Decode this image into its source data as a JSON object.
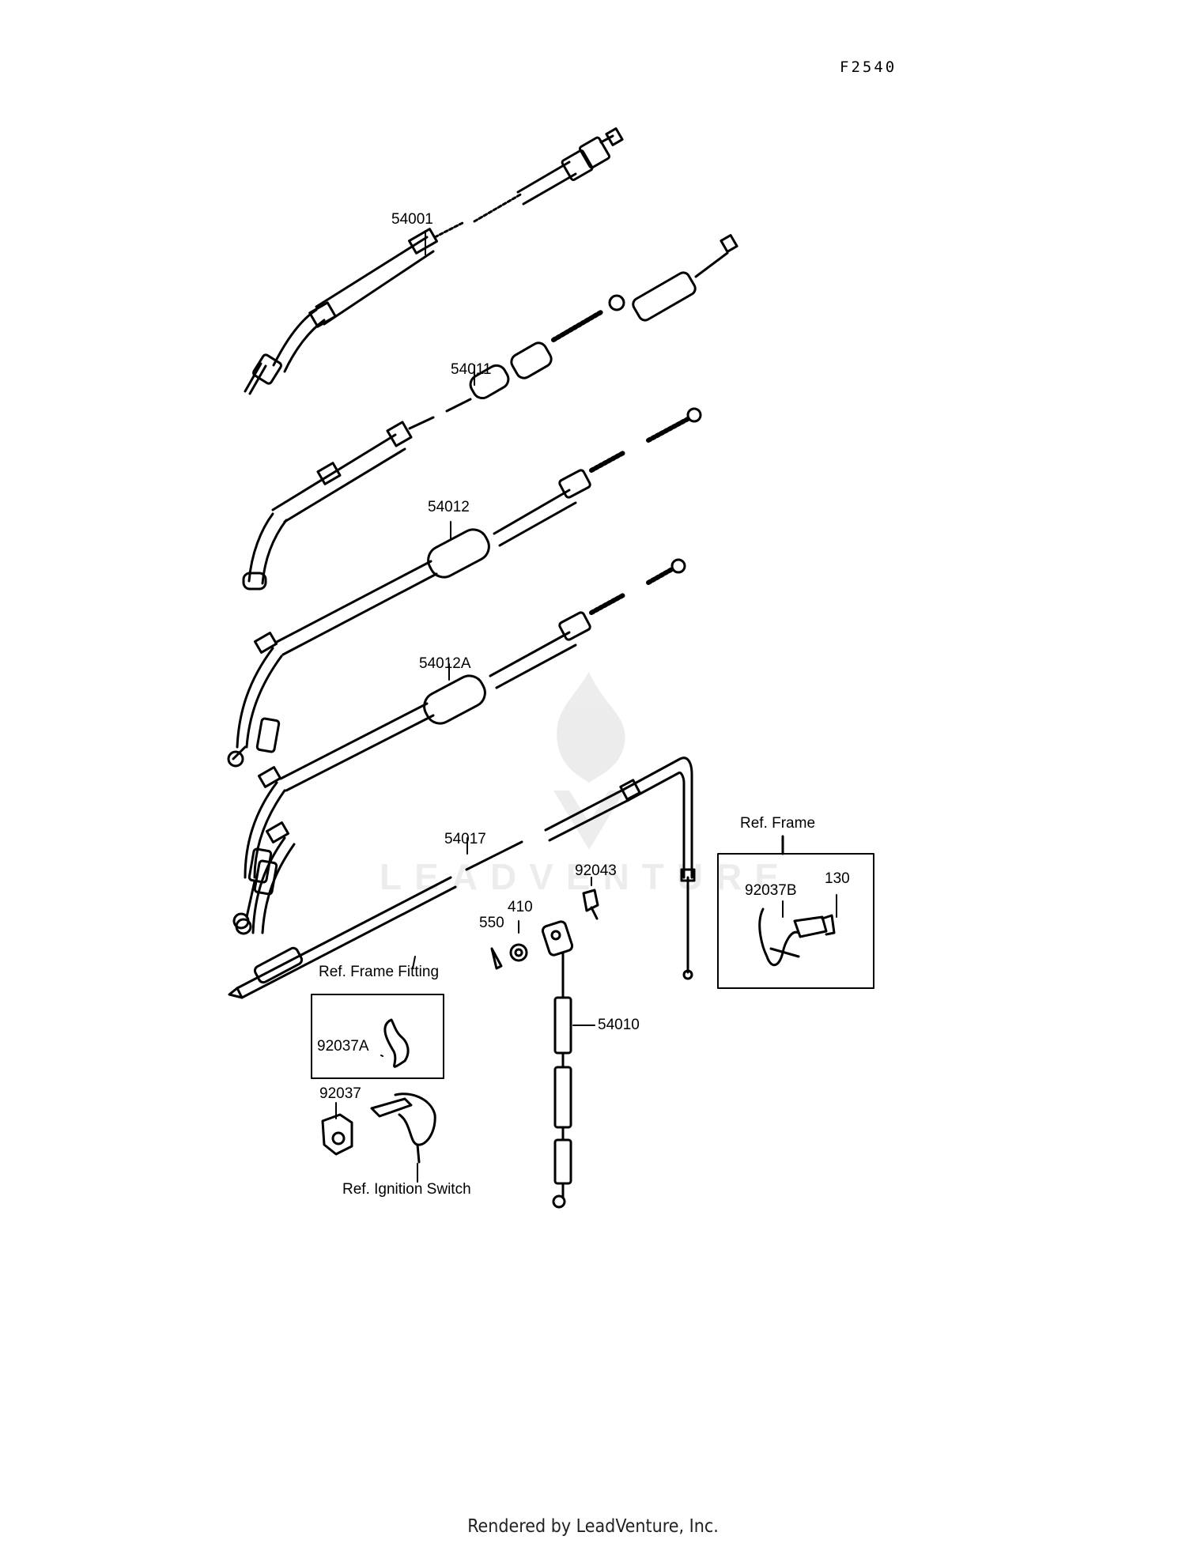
{
  "diagram_code": "F2540",
  "watermark": "LEADVENTURE",
  "footer": "Rendered by LeadVenture, Inc.",
  "parts": {
    "p54001": "54001",
    "p54011": "54011",
    "p54012": "54012",
    "p54012A": "54012A",
    "p54017": "54017",
    "p92043": "92043",
    "p410": "410",
    "p550": "550",
    "p54010": "54010",
    "p92037B": "92037B",
    "p130": "130",
    "p92037A": "92037A",
    "p92037": "92037"
  },
  "refs": {
    "frame": "Ref. Frame",
    "frame_fitting": "Ref. Frame Fitting",
    "ignition_switch": "Ref. Ignition Switch"
  }
}
